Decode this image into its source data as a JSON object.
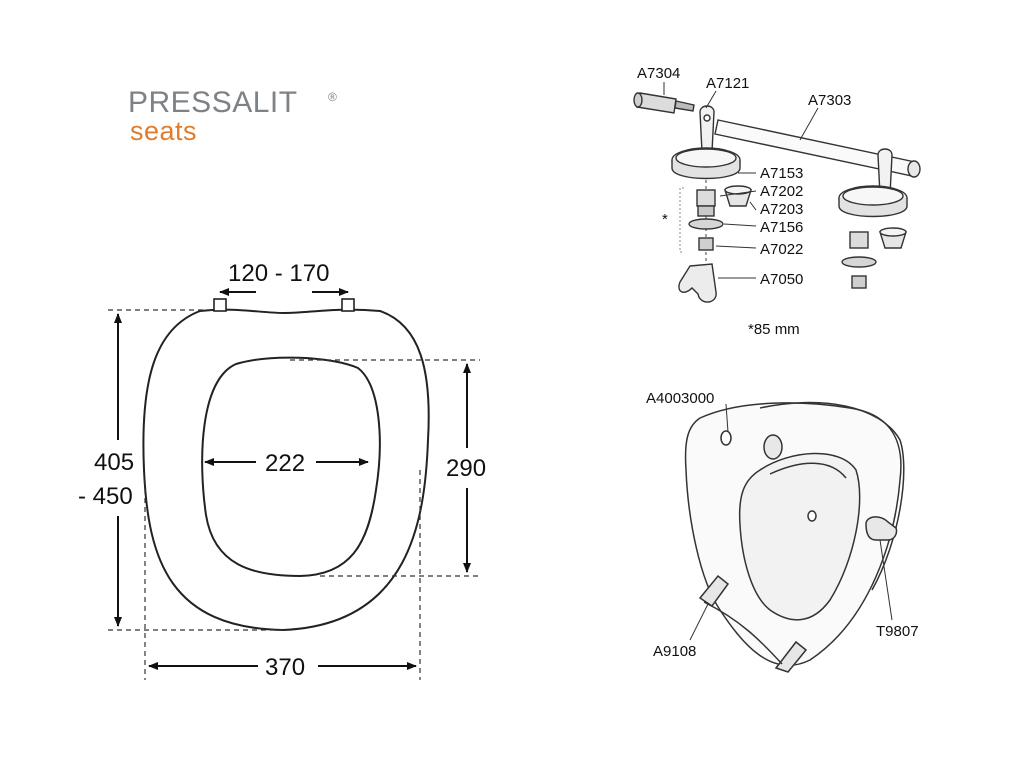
{
  "logo": {
    "brand": "PRESSALIT",
    "registered": "®",
    "sub": "seats",
    "colors": {
      "brand": "#7d8286",
      "sub": "#e07c2c"
    }
  },
  "dimensions": {
    "hinge_spacing": "120 - 170",
    "length_top": "405",
    "length_bottom": "- 450",
    "inner_width": "222",
    "inner_length": "290",
    "outer_width": "370"
  },
  "parts": {
    "a7304": "A7304",
    "a7121": "A7121",
    "a7303": "A7303",
    "a7153": "A7153",
    "a7202": "A7202",
    "a7203": "A7203",
    "a7156": "A7156",
    "a7022": "A7022",
    "a7050": "A7050",
    "asterisk": "*",
    "note": "*85 mm",
    "a4003000": "A4003000",
    "a9108": "A9108",
    "t9807": "T9807"
  }
}
